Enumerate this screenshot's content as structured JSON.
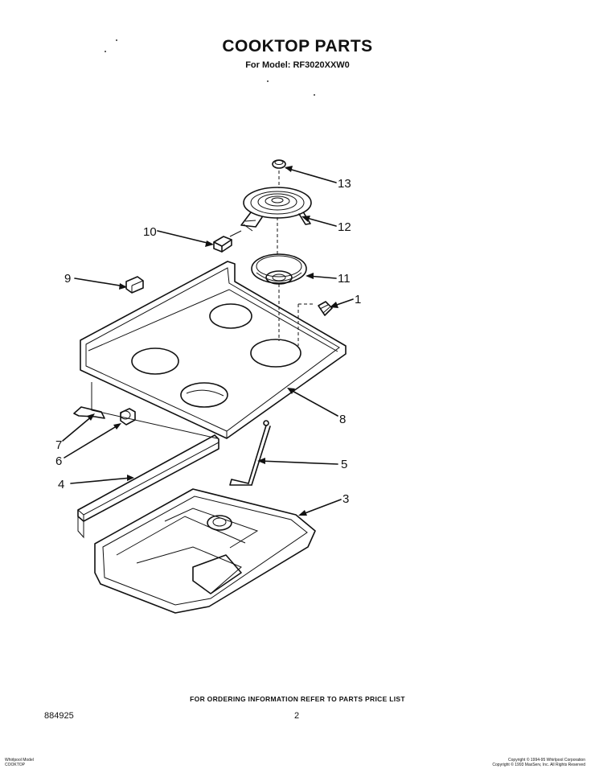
{
  "header": {
    "title": "COOKTOP PARTS",
    "model_line": "For Model: RF3020XXW0"
  },
  "callouts": [
    "1",
    "3",
    "4",
    "5",
    "6",
    "7",
    "8",
    "9",
    "10",
    "11",
    "12",
    "13"
  ],
  "footer": {
    "ordering_note": "FOR ORDERING INFORMATION REFER TO PARTS PRICE LIST",
    "doc_number": "884925",
    "page_number": "2",
    "brand_line1": "Whirlpool Model",
    "brand_line2": "COOKTOP",
    "copyright_line1": "Copyright © 1994-95 Whirlpool Corporation",
    "copyright_line2": "Copyright © 1993 MaxServ, Inc. All Rights Reserved"
  }
}
